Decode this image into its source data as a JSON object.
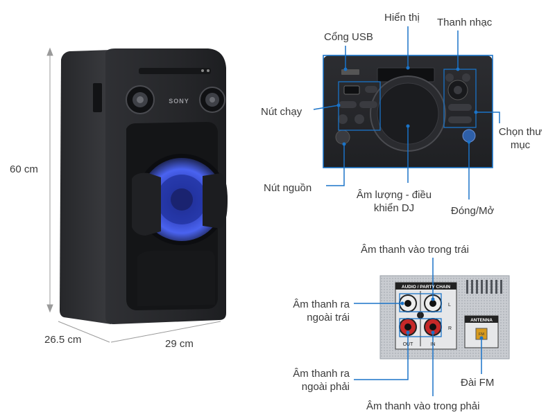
{
  "dimensions": {
    "height": "60 cm",
    "depth": "26.5 cm",
    "width": "29 cm"
  },
  "brand_logo": "SONY",
  "top_panel_labels": {
    "display": "Hiển thị",
    "usb_port": "Cổng USB",
    "music_bar": "Thanh nhạc",
    "run_button": "Nút chạy",
    "folder_select_line1": "Chọn thư",
    "folder_select_line2": "mục",
    "power_button": "Nút nguồn",
    "volume_dj_line1": "Âm lượng - điều",
    "volume_dj_line2": "khiển DJ",
    "open_close": "Đóng/Mở"
  },
  "back_panel_labels": {
    "audio_in_left": "Âm thanh vào trong trái",
    "audio_out_left_line1": "Âm thanh ra",
    "audio_out_left_line2": "ngoài trái",
    "audio_out_right_line1": "Âm thanh ra",
    "audio_out_right_line2": "ngoài phải",
    "audio_in_right": "Âm thanh vào trong phải",
    "fm_radio": "Đài FM"
  },
  "back_panel_print": {
    "section": "AUDIO / PARTY CHAIN",
    "left": "L",
    "right": "R",
    "out": "OUT",
    "in": "IN",
    "antenna": "ANTENNA",
    "fm": "FM"
  },
  "colors": {
    "leader_line": "#1a73c8",
    "speaker_body": "#2a2b2e",
    "woofer_glow": "#3d52d8"
  }
}
